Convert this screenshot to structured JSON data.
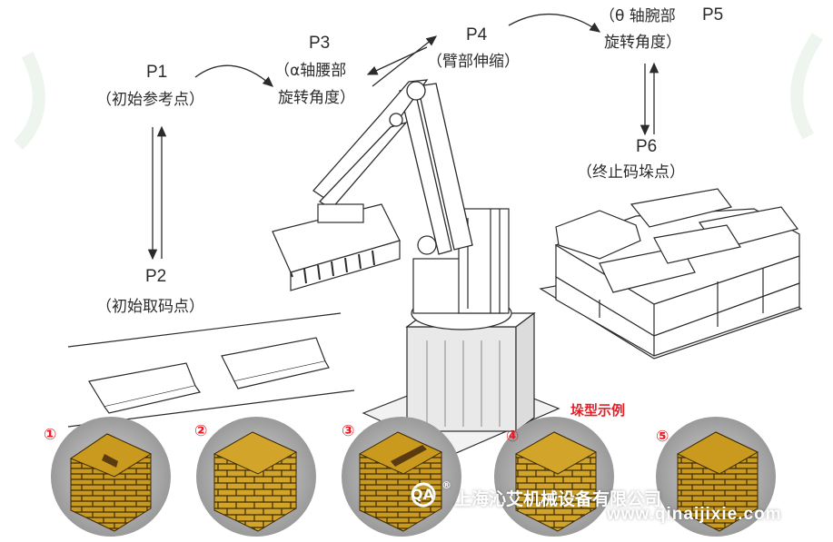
{
  "points": {
    "p1": {
      "name": "P1",
      "desc": "（初始参考点）"
    },
    "p2": {
      "name": "P2",
      "desc": "（初始取码点）"
    },
    "p3": {
      "name": "P3",
      "desc_line1": "（α轴腰部",
      "desc_line2": "旋转角度）"
    },
    "p4": {
      "name": "P4",
      "desc": "（臂部伸缩）"
    },
    "p5": {
      "name": "P5",
      "desc_line1": "（θ 轴腕部",
      "desc_line2": "旋转角度）"
    },
    "p6": {
      "name": "P6",
      "desc": "（终止码垛点）"
    }
  },
  "patterns": {
    "title": "垛型示例",
    "items": [
      "①",
      "②",
      "③",
      "④",
      "⑤"
    ]
  },
  "watermark": {
    "logo_mark": "QA",
    "registered": "®",
    "company": "上海沁艾机械设备有限公司",
    "url": "www.qinaijixie.com"
  },
  "colors": {
    "accent_red": "#e3202a",
    "brick": "#c99a1e",
    "line": "#2b2b2b"
  }
}
